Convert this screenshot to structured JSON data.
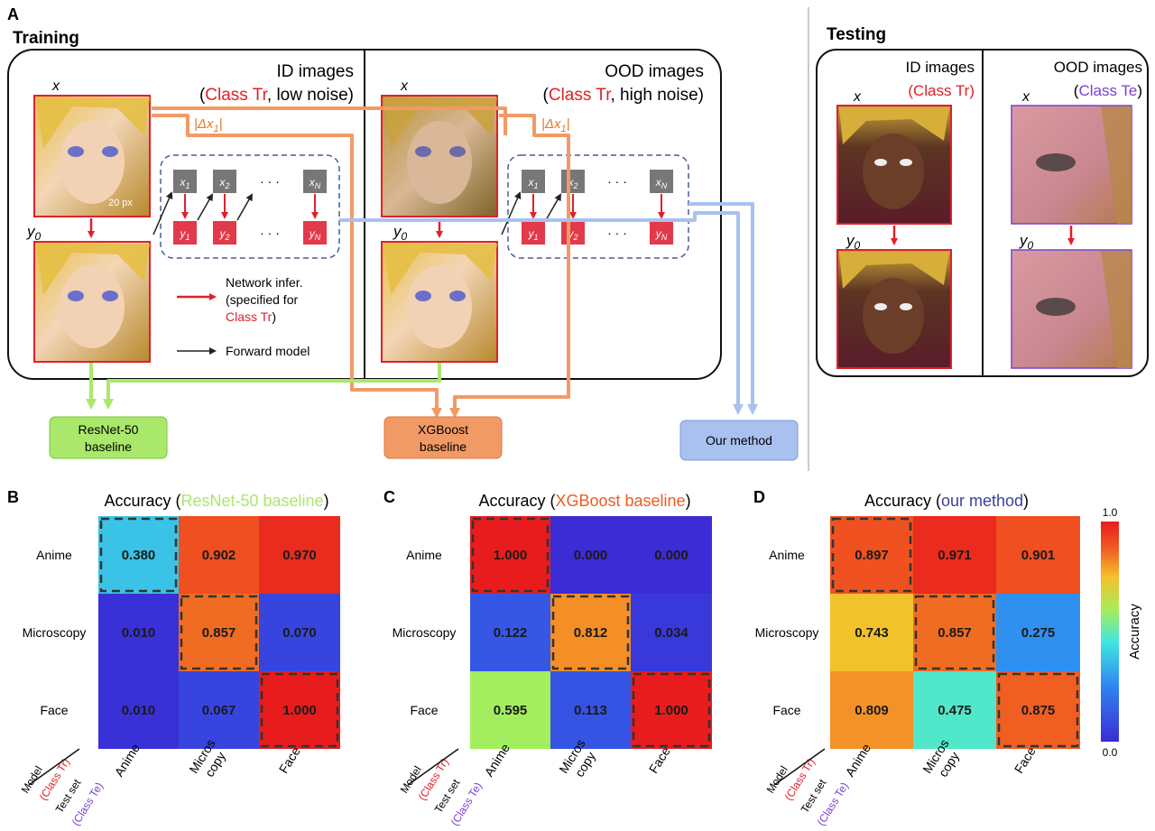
{
  "panel_a": {
    "letter": "A",
    "training_title": "Training",
    "testing_title": "Testing",
    "id_box": {
      "line1": "ID images",
      "line2_pre": "(",
      "line2_red": "Class Tr",
      "line2_post": ", low noise)"
    },
    "ood_box": {
      "line1": "OOD images",
      "line2_pre": "(",
      "line2_red": "Class Tr",
      "line2_post": ", high noise)"
    },
    "label_x": "x",
    "label_y0": "y",
    "label_y0_sub": "0",
    "delta_label": "|Δx",
    "delta_sub": "1",
    "delta_close": "|",
    "scale_label": "20 px",
    "chain_x": [
      "x",
      "x",
      "x"
    ],
    "chain_x_sub": [
      "1",
      "2",
      "N"
    ],
    "chain_y": [
      "y",
      "y",
      "y"
    ],
    "chain_y_sub": [
      "1",
      "2",
      "N"
    ],
    "ellipsis": "· · ·",
    "legend": {
      "network_line1": "Network infer.",
      "network_line2": "(specified for",
      "network_line3": "Class Tr",
      "network_line3_post": ")",
      "forward": "Forward model"
    },
    "outputs": {
      "resnet_l1": "ResNet-50",
      "resnet_l2": "baseline",
      "xgb_l1": "XGBoost",
      "xgb_l2": "baseline",
      "ours": "Our method"
    },
    "testing": {
      "id_line1": "ID images",
      "id_line2": "(Class Tr)",
      "ood_line1": "OOD images",
      "ood_line2_pre": "(",
      "ood_line2_purple": "Class Te",
      "ood_line2_post": ")"
    }
  },
  "colors": {
    "red": "#e0202a",
    "purple": "#7b3fd1",
    "green": "#a9e86a",
    "orange": "#f29a66",
    "blue": "#a9c1ef",
    "ours_text": "#3a3fa0"
  },
  "colorbar": {
    "title": "Accuracy",
    "max_label": "1.0",
    "min_label": "0.0"
  },
  "axis_labels": {
    "model": "Model",
    "class_tr": "(Class Tr)",
    "test_set": "Test set",
    "class_te": "(Class Te)"
  },
  "chart_data": [
    {
      "type": "heatmap",
      "panel": "B",
      "title_pre": "Accuracy (",
      "title_method": "ResNet-50 baseline",
      "title_post": ")",
      "rows": [
        "Anime",
        "Microscopy",
        "Face"
      ],
      "cols": [
        "Anime",
        "Micros copy",
        "Face"
      ],
      "values": [
        [
          0.38,
          0.902,
          0.97
        ],
        [
          0.01,
          0.857,
          0.07
        ],
        [
          0.01,
          0.067,
          1.0
        ]
      ],
      "labels": [
        [
          "0.380",
          "0.902",
          "0.970"
        ],
        [
          "0.010",
          "0.857",
          "0.070"
        ],
        [
          "0.010",
          "0.067",
          "1.000"
        ]
      ],
      "color_range": [
        0.0,
        1.0
      ]
    },
    {
      "type": "heatmap",
      "panel": "C",
      "title_pre": "Accuracy (",
      "title_method": "XGBoost baseline",
      "title_post": ")",
      "rows": [
        "Anime",
        "Microscopy",
        "Face"
      ],
      "cols": [
        "Anime",
        "Micros copy",
        "Face"
      ],
      "values": [
        [
          1.0,
          0.0,
          0.0
        ],
        [
          0.122,
          0.812,
          0.034
        ],
        [
          0.595,
          0.113,
          1.0
        ]
      ],
      "labels": [
        [
          "1.000",
          "0.000",
          "0.000"
        ],
        [
          "0.122",
          "0.812",
          "0.034"
        ],
        [
          "0.595",
          "0.113",
          "1.000"
        ]
      ],
      "color_range": [
        0.0,
        1.0
      ]
    },
    {
      "type": "heatmap",
      "panel": "D",
      "title_pre": "Accuracy (",
      "title_method": "our method",
      "title_post": ")",
      "rows": [
        "Anime",
        "Microscopy",
        "Face"
      ],
      "cols": [
        "Anime",
        "Micros copy",
        "Face"
      ],
      "values": [
        [
          0.897,
          0.971,
          0.901
        ],
        [
          0.743,
          0.857,
          0.275
        ],
        [
          0.809,
          0.475,
          0.875
        ]
      ],
      "labels": [
        [
          "0.897",
          "0.971",
          "0.901"
        ],
        [
          "0.743",
          "0.857",
          "0.275"
        ],
        [
          "0.809",
          "0.475",
          "0.875"
        ]
      ],
      "color_range": [
        0.0,
        1.0
      ]
    }
  ]
}
